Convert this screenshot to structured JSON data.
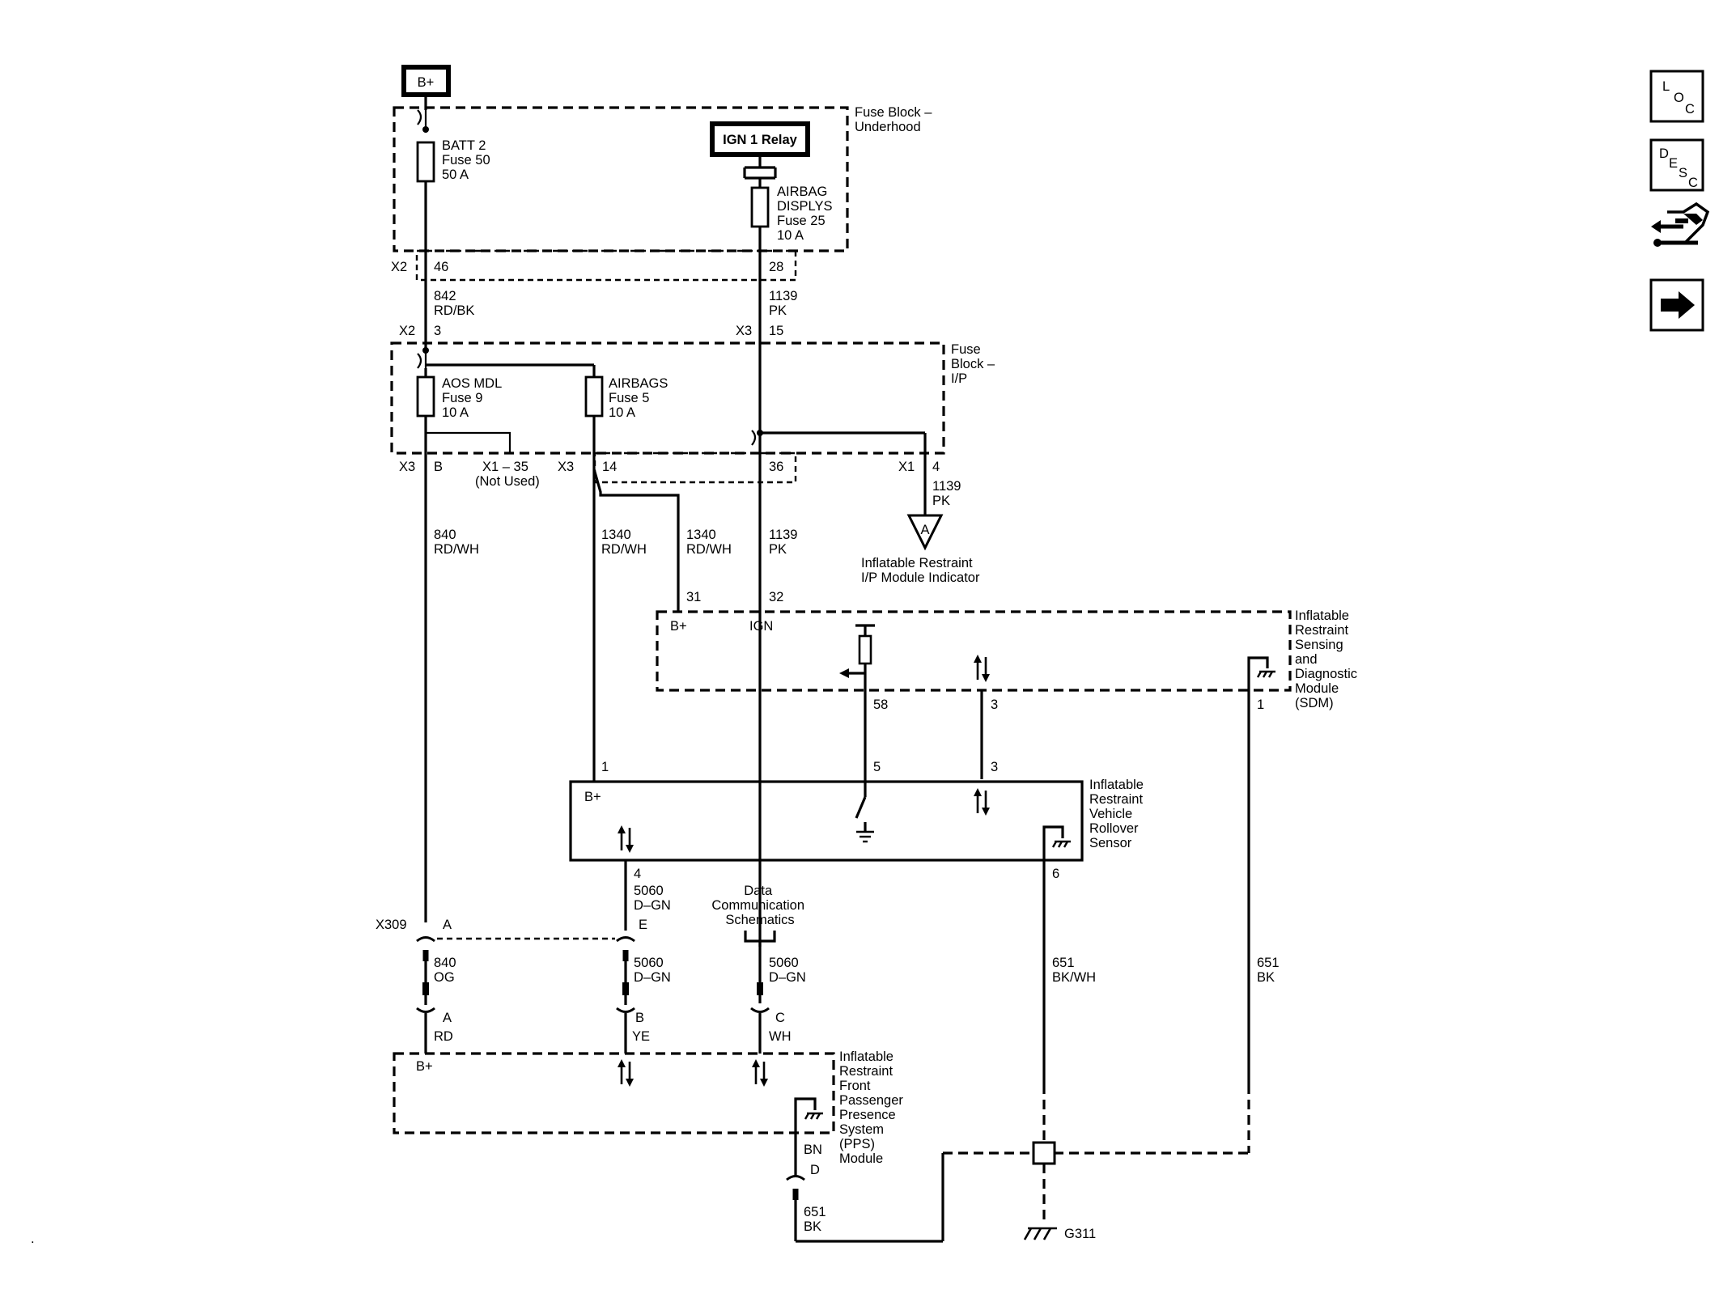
{
  "source": {
    "label": "B+"
  },
  "relay": {
    "label": "IGN 1 Relay"
  },
  "fuse_block_underhood": {
    "lines": [
      "Fuse Block –",
      "Underhood"
    ]
  },
  "fuse_block_ip": {
    "lines": [
      "Fuse",
      "Block –",
      "I/P"
    ]
  },
  "fuses": {
    "batt2": [
      "BATT 2",
      "Fuse 50",
      "50 A"
    ],
    "airbag_displays": [
      "AIRBAG",
      "DISPLYS",
      "Fuse 25",
      "10 A"
    ],
    "aos_mdl": [
      "AOS MDL",
      "Fuse 9",
      "10 A"
    ],
    "airbags": [
      "AIRBAGS",
      "Fuse 5",
      "10 A"
    ]
  },
  "connectors": {
    "x2": "X2",
    "x3": "X3",
    "x1": "X1",
    "x1_35": "X1 – 35",
    "not_used": "(Not Used)",
    "pin46": "46",
    "pin28": "28",
    "pin3": "3",
    "pin15": "15",
    "pinB": "B",
    "pin14": "14",
    "pin36": "36",
    "pin4": "4",
    "x309": "X309"
  },
  "wires": {
    "w842": [
      "842",
      "RD/BK"
    ],
    "w1139a": [
      "1139",
      "PK"
    ],
    "w1139b": [
      "1139",
      "PK"
    ],
    "w1139c": [
      "1139",
      "PK"
    ],
    "w840a": [
      "840",
      "RD/WH"
    ],
    "w1340a": [
      "1340",
      "RD/WH"
    ],
    "w1340b": [
      "1340",
      "RD/WH"
    ],
    "w5060a": [
      "5060",
      "D–GN"
    ],
    "w5060b": [
      "5060",
      "D–GN"
    ],
    "w5060c": [
      "5060",
      "D–GN"
    ],
    "w840b": [
      "840",
      "OG"
    ],
    "w651a": [
      "651",
      "BK/WH"
    ],
    "w651b": [
      "651",
      "BK"
    ],
    "w651c": [
      "651",
      "BK"
    ],
    "bn": "BN"
  },
  "indicator": {
    "symbol": "A",
    "lines": [
      "Inflatable Restraint",
      "I/P Module Indicator"
    ]
  },
  "sdm": {
    "lines": [
      "Inflatable",
      "Restraint",
      "Sensing",
      "and",
      "Diagnostic",
      "Module",
      "(SDM)"
    ],
    "pin31": "31",
    "pin32": "32",
    "bplus": "B+",
    "ign": "IGN",
    "pin58": "58",
    "pin3": "3",
    "pin1": "1"
  },
  "rollover": {
    "lines": [
      "Inflatable",
      "Restraint",
      "Vehicle",
      "Rollover",
      "Sensor"
    ],
    "pin1": "1",
    "pin5": "5",
    "pin3": "3",
    "pin4": "4",
    "pin6": "6",
    "bplus": "B+"
  },
  "data_comm": {
    "lines": [
      "Data",
      "Communication",
      "Schematics"
    ]
  },
  "x309_pins": {
    "a": "A",
    "e": "E"
  },
  "pps": {
    "lines": [
      "Inflatable",
      "Restraint",
      "Front",
      "Passenger",
      "Presence",
      "System",
      "(PPS)",
      "Module"
    ],
    "pinA": "A",
    "pinA_color": "RD",
    "pinB": "B",
    "pinB_color": "YE",
    "pinC": "C",
    "pinC_color": "WH",
    "pinD": "D",
    "bplus": "B+"
  },
  "ground": {
    "label": "G311"
  },
  "nav_icons": {
    "loc": [
      "L",
      "O",
      "C"
    ],
    "desc": [
      "D",
      "E",
      "S",
      "C"
    ],
    "connector_icon": "connector-icon",
    "next_icon": "arrow-right-icon"
  },
  "footer_mark": "."
}
